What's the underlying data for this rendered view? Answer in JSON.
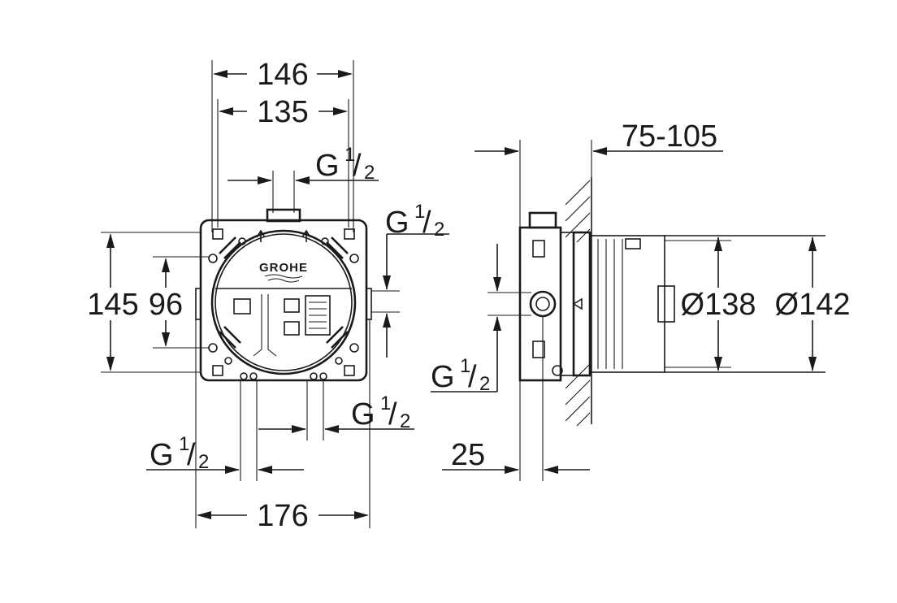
{
  "brand": "GROHE",
  "front_view": {
    "dims": {
      "width_outer": "146",
      "width_inner": "135",
      "height_outer": "145",
      "height_inner": "96",
      "width_total": "176"
    },
    "threads": {
      "top": {
        "base": "G",
        "num": "1",
        "slash": "/",
        "den": "2"
      },
      "right": {
        "base": "G",
        "num": "1",
        "slash": "/",
        "den": "2"
      },
      "bottom_left": {
        "base": "G",
        "num": "1",
        "slash": "/",
        "den": "2"
      },
      "bottom_right": {
        "base": "G",
        "num": "1",
        "slash": "/",
        "den": "2"
      }
    }
  },
  "side_view": {
    "dims": {
      "wall_depth": "75-105",
      "inner_diameter": "Ø138",
      "outer_diameter": "Ø142",
      "offset": "25"
    },
    "threads": {
      "side": {
        "base": "G",
        "num": "1",
        "slash": "/",
        "den": "2"
      }
    }
  },
  "colors": {
    "line": "#1a1a1a",
    "background": "#ffffff"
  }
}
